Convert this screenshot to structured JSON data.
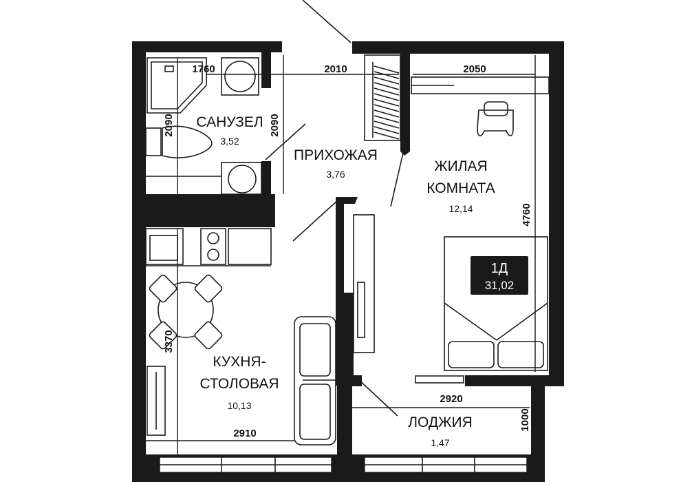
{
  "rooms": {
    "bathroom": {
      "name": "САНУЗЕЛ",
      "area": "3,52"
    },
    "hallway": {
      "name": "ПРИХОЖАЯ",
      "area": "3,76"
    },
    "living": {
      "name_line1": "ЖИЛАЯ",
      "name_line2": "КОМНАТА",
      "area": "12,14"
    },
    "kitchen": {
      "name_line1": "КУХНЯ-",
      "name_line2": "СТОЛОВАЯ",
      "area": "10,13"
    },
    "loggia": {
      "name": "ЛОДЖИЯ",
      "area": "1,47"
    }
  },
  "badge": {
    "type": "1Д",
    "area": "31,02",
    "bg_color": "#1a1a1a",
    "text_color": "#ffffff"
  },
  "dimensions": {
    "bath_width": "1760",
    "bath_height_left": "2090",
    "bath_height_right": "2090",
    "hall_width": "2010",
    "living_width": "2050",
    "living_height": "4760",
    "kitchen_height": "3370",
    "kitchen_width": "2910",
    "loggia_width": "2920",
    "loggia_height": "1000"
  }
}
